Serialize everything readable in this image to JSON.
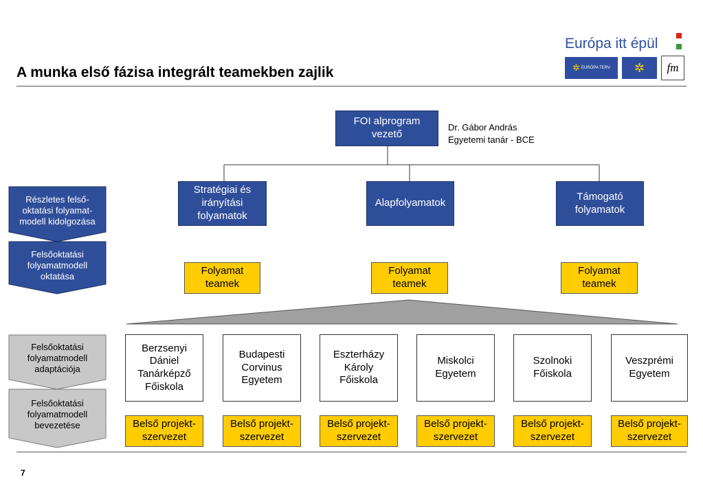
{
  "header": {
    "title": "A munka első fázisa integrált teamekben zajlik",
    "logo_text": "Európa itt épül",
    "eu_terv_label": "EURÓPA TERV",
    "fm_label": "fm"
  },
  "org": {
    "top": "FOI alprogram\nvezető",
    "top_note_line1": "Dr. Gábor András",
    "top_note_line2": "Egyetemi tanár - BCE",
    "branches": [
      "Stratégiai és\nirányítási\nfolyamatok",
      "Alapfolyamatok",
      "Támogató\nfolyamatok"
    ],
    "teams": [
      "Folyamat\nteamek",
      "Folyamat\nteamek",
      "Folyamat\nteamek"
    ]
  },
  "phases": [
    "Részletes felső-\noktatási folyamat-\nmodell kidolgozása",
    "Felsőoktatási\nfolyamatmodell\noktatása",
    "Felsőoktatási\nfolyamatmodell\nadaptációja",
    "Felsőoktatási\nfolyamatmodell\nbevezetése"
  ],
  "institutions": [
    "Berzsenyi\nDániel\nTanárképző\nFőiskola",
    "Budapesti\nCorvinus\nEgyetem",
    "Eszterházy\nKároly\nFőiskola",
    "Miskolci\nEgyetem",
    "Szolnoki\nFőiskola",
    "Veszprémi\nEgyetem"
  ],
  "projects": [
    "Belső projekt-\nszervezet",
    "Belső projekt-\nszervezet",
    "Belső projekt-\nszervezet",
    "Belső projekt-\nszervezet",
    "Belső projekt-\nszervezet",
    "Belső projekt-\nszervezet"
  ],
  "page_number": "7",
  "colors": {
    "blue": "#2f4e9a",
    "yellow": "#ffcc00",
    "grey": "#c8c8c8",
    "logo_red": "#d9261c",
    "logo_green": "#3a9a3a"
  }
}
